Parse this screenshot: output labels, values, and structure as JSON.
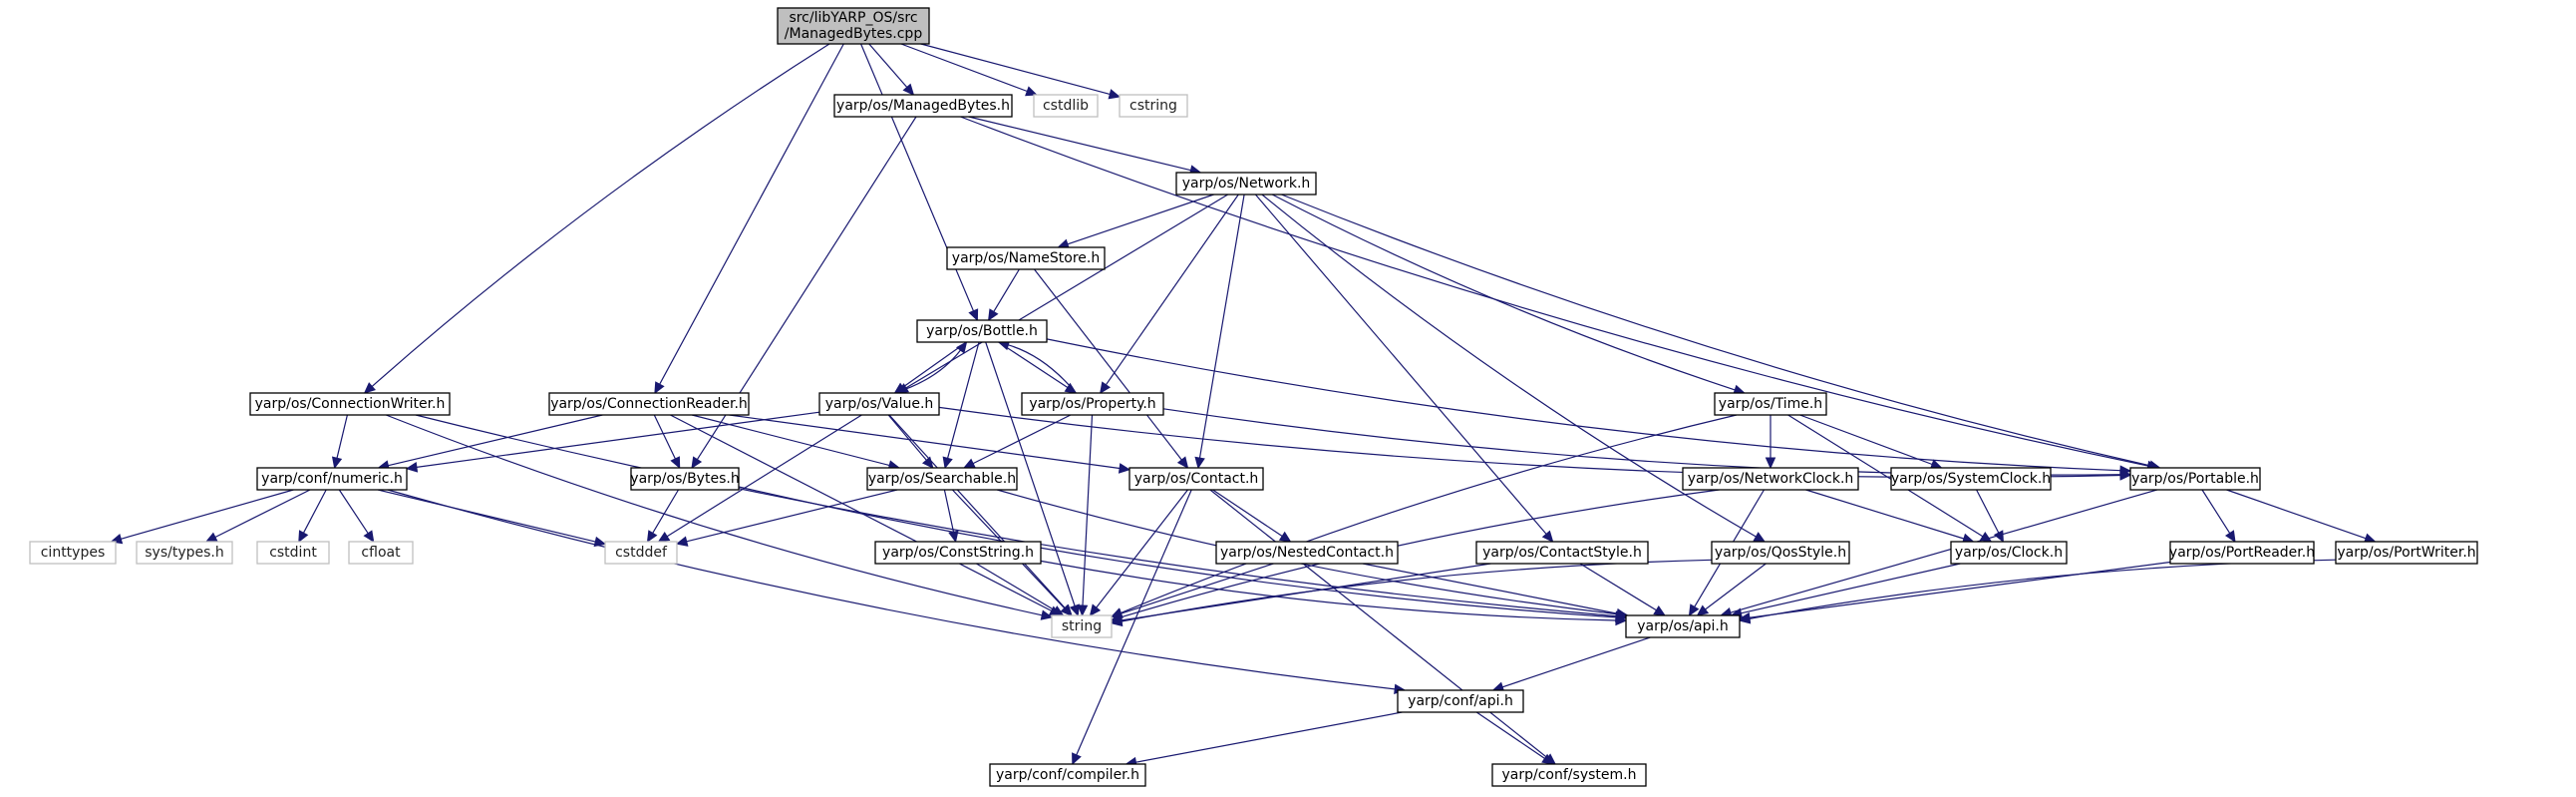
{
  "colors": {
    "edge": "#191970",
    "node_border": "#000000",
    "external_border": "#bfbfbf",
    "root_fill": "#bfbfbf",
    "node_fill": "#ffffff"
  },
  "nodes": [
    {
      "id": "root",
      "lines": [
        "src/libYARP_OS/src",
        "/ManagedBytes.cpp"
      ],
      "kind": "root"
    },
    {
      "id": "managedbytes_h",
      "lines": [
        "yarp/os/ManagedBytes.h"
      ],
      "kind": "header"
    },
    {
      "id": "cstdlib",
      "lines": [
        "cstdlib"
      ],
      "kind": "external"
    },
    {
      "id": "cstring",
      "lines": [
        "cstring"
      ],
      "kind": "external"
    },
    {
      "id": "network_h",
      "lines": [
        "yarp/os/Network.h"
      ],
      "kind": "header"
    },
    {
      "id": "namestore_h",
      "lines": [
        "yarp/os/NameStore.h"
      ],
      "kind": "header"
    },
    {
      "id": "bottle_h",
      "lines": [
        "yarp/os/Bottle.h"
      ],
      "kind": "header"
    },
    {
      "id": "connectionwriter_h",
      "lines": [
        "yarp/os/ConnectionWriter.h"
      ],
      "kind": "header"
    },
    {
      "id": "connectionreader_h",
      "lines": [
        "yarp/os/ConnectionReader.h"
      ],
      "kind": "header"
    },
    {
      "id": "value_h",
      "lines": [
        "yarp/os/Value.h"
      ],
      "kind": "header"
    },
    {
      "id": "property_h",
      "lines": [
        "yarp/os/Property.h"
      ],
      "kind": "header"
    },
    {
      "id": "time_h",
      "lines": [
        "yarp/os/Time.h"
      ],
      "kind": "header"
    },
    {
      "id": "numeric_h",
      "lines": [
        "yarp/conf/numeric.h"
      ],
      "kind": "header"
    },
    {
      "id": "bytes_h",
      "lines": [
        "yarp/os/Bytes.h"
      ],
      "kind": "header"
    },
    {
      "id": "searchable_h",
      "lines": [
        "yarp/os/Searchable.h"
      ],
      "kind": "header"
    },
    {
      "id": "contact_h",
      "lines": [
        "yarp/os/Contact.h"
      ],
      "kind": "header"
    },
    {
      "id": "networkclock_h",
      "lines": [
        "yarp/os/NetworkClock.h"
      ],
      "kind": "header"
    },
    {
      "id": "systemclock_h",
      "lines": [
        "yarp/os/SystemClock.h"
      ],
      "kind": "header"
    },
    {
      "id": "portable_h",
      "lines": [
        "yarp/os/Portable.h"
      ],
      "kind": "header"
    },
    {
      "id": "cinttypes",
      "lines": [
        "cinttypes"
      ],
      "kind": "external"
    },
    {
      "id": "systypes_h",
      "lines": [
        "sys/types.h"
      ],
      "kind": "external"
    },
    {
      "id": "cstdint",
      "lines": [
        "cstdint"
      ],
      "kind": "external"
    },
    {
      "id": "cfloat",
      "lines": [
        "cfloat"
      ],
      "kind": "external"
    },
    {
      "id": "cstddef",
      "lines": [
        "cstddef"
      ],
      "kind": "external"
    },
    {
      "id": "conststring_h",
      "lines": [
        "yarp/os/ConstString.h"
      ],
      "kind": "header"
    },
    {
      "id": "nestedcontact_h",
      "lines": [
        "yarp/os/NestedContact.h"
      ],
      "kind": "header"
    },
    {
      "id": "contactstyle_h",
      "lines": [
        "yarp/os/ContactStyle.h"
      ],
      "kind": "header"
    },
    {
      "id": "qosstyle_h",
      "lines": [
        "yarp/os/QosStyle.h"
      ],
      "kind": "header"
    },
    {
      "id": "clock_h",
      "lines": [
        "yarp/os/Clock.h"
      ],
      "kind": "header"
    },
    {
      "id": "portreader_h",
      "lines": [
        "yarp/os/PortReader.h"
      ],
      "kind": "header"
    },
    {
      "id": "portwriter_h",
      "lines": [
        "yarp/os/PortWriter.h"
      ],
      "kind": "header"
    },
    {
      "id": "string",
      "lines": [
        "string"
      ],
      "kind": "external"
    },
    {
      "id": "os_api_h",
      "lines": [
        "yarp/os/api.h"
      ],
      "kind": "header"
    },
    {
      "id": "conf_api_h",
      "lines": [
        "yarp/conf/api.h"
      ],
      "kind": "header"
    },
    {
      "id": "compiler_h",
      "lines": [
        "yarp/conf/compiler.h"
      ],
      "kind": "header"
    },
    {
      "id": "system_h",
      "lines": [
        "yarp/conf/system.h"
      ],
      "kind": "header"
    }
  ],
  "edges": [
    {
      "from": "root",
      "to": "managedbytes_h"
    },
    {
      "from": "root",
      "to": "cstdlib"
    },
    {
      "from": "root",
      "to": "cstring"
    },
    {
      "from": "root",
      "to": "connectionwriter_h"
    },
    {
      "from": "root",
      "to": "connectionreader_h"
    },
    {
      "from": "root",
      "to": "bottle_h"
    },
    {
      "from": "managedbytes_h",
      "to": "network_h"
    },
    {
      "from": "managedbytes_h",
      "to": "bytes_h"
    },
    {
      "from": "managedbytes_h",
      "to": "portable_h"
    },
    {
      "from": "network_h",
      "to": "namestore_h"
    },
    {
      "from": "network_h",
      "to": "value_h"
    },
    {
      "from": "network_h",
      "to": "property_h"
    },
    {
      "from": "network_h",
      "to": "contact_h"
    },
    {
      "from": "network_h",
      "to": "time_h"
    },
    {
      "from": "network_h",
      "to": "portable_h"
    },
    {
      "from": "network_h",
      "to": "contactstyle_h"
    },
    {
      "from": "network_h",
      "to": "qosstyle_h"
    },
    {
      "from": "namestore_h",
      "to": "bottle_h"
    },
    {
      "from": "namestore_h",
      "to": "contact_h"
    },
    {
      "from": "bottle_h",
      "to": "value_h"
    },
    {
      "from": "bottle_h",
      "to": "property_h"
    },
    {
      "from": "bottle_h",
      "to": "searchable_h"
    },
    {
      "from": "bottle_h",
      "to": "portable_h"
    },
    {
      "from": "bottle_h",
      "to": "string"
    },
    {
      "from": "value_h",
      "to": "bottle_h"
    },
    {
      "from": "value_h",
      "to": "numeric_h"
    },
    {
      "from": "value_h",
      "to": "searchable_h"
    },
    {
      "from": "value_h",
      "to": "cstddef"
    },
    {
      "from": "value_h",
      "to": "portable_h"
    },
    {
      "from": "value_h",
      "to": "string"
    },
    {
      "from": "property_h",
      "to": "bottle_h"
    },
    {
      "from": "property_h",
      "to": "searchable_h"
    },
    {
      "from": "property_h",
      "to": "portable_h"
    },
    {
      "from": "property_h",
      "to": "string"
    },
    {
      "from": "connectionwriter_h",
      "to": "numeric_h"
    },
    {
      "from": "connectionwriter_h",
      "to": "os_api_h"
    },
    {
      "from": "connectionwriter_h",
      "to": "string"
    },
    {
      "from": "connectionreader_h",
      "to": "numeric_h"
    },
    {
      "from": "connectionreader_h",
      "to": "bytes_h"
    },
    {
      "from": "connectionreader_h",
      "to": "searchable_h"
    },
    {
      "from": "connectionreader_h",
      "to": "contact_h"
    },
    {
      "from": "connectionreader_h",
      "to": "string"
    },
    {
      "from": "numeric_h",
      "to": "cinttypes"
    },
    {
      "from": "numeric_h",
      "to": "systypes_h"
    },
    {
      "from": "numeric_h",
      "to": "cstdint"
    },
    {
      "from": "numeric_h",
      "to": "cfloat"
    },
    {
      "from": "numeric_h",
      "to": "cstddef"
    },
    {
      "from": "numeric_h",
      "to": "conf_api_h"
    },
    {
      "from": "bytes_h",
      "to": "cstddef"
    },
    {
      "from": "bytes_h",
      "to": "os_api_h"
    },
    {
      "from": "searchable_h",
      "to": "cstddef"
    },
    {
      "from": "searchable_h",
      "to": "conststring_h"
    },
    {
      "from": "searchable_h",
      "to": "string"
    },
    {
      "from": "searchable_h",
      "to": "os_api_h"
    },
    {
      "from": "contact_h",
      "to": "nestedcontact_h"
    },
    {
      "from": "contact_h",
      "to": "string"
    },
    {
      "from": "contact_h",
      "to": "compiler_h"
    },
    {
      "from": "contact_h",
      "to": "system_h"
    },
    {
      "from": "time_h",
      "to": "networkclock_h"
    },
    {
      "from": "time_h",
      "to": "systemclock_h"
    },
    {
      "from": "time_h",
      "to": "clock_h"
    },
    {
      "from": "time_h",
      "to": "string"
    },
    {
      "from": "networkclock_h",
      "to": "clock_h"
    },
    {
      "from": "networkclock_h",
      "to": "os_api_h"
    },
    {
      "from": "networkclock_h",
      "to": "string"
    },
    {
      "from": "systemclock_h",
      "to": "clock_h"
    },
    {
      "from": "portable_h",
      "to": "portreader_h"
    },
    {
      "from": "portable_h",
      "to": "portwriter_h"
    },
    {
      "from": "portable_h",
      "to": "os_api_h"
    },
    {
      "from": "conststring_h",
      "to": "string"
    },
    {
      "from": "conststring_h",
      "to": "os_api_h"
    },
    {
      "from": "nestedcontact_h",
      "to": "string"
    },
    {
      "from": "nestedcontact_h",
      "to": "os_api_h"
    },
    {
      "from": "contactstyle_h",
      "to": "string"
    },
    {
      "from": "contactstyle_h",
      "to": "os_api_h"
    },
    {
      "from": "qosstyle_h",
      "to": "string"
    },
    {
      "from": "qosstyle_h",
      "to": "os_api_h"
    },
    {
      "from": "clock_h",
      "to": "os_api_h"
    },
    {
      "from": "portreader_h",
      "to": "os_api_h"
    },
    {
      "from": "portwriter_h",
      "to": "os_api_h"
    },
    {
      "from": "os_api_h",
      "to": "conf_api_h"
    },
    {
      "from": "conf_api_h",
      "to": "compiler_h"
    },
    {
      "from": "conf_api_h",
      "to": "system_h"
    }
  ]
}
